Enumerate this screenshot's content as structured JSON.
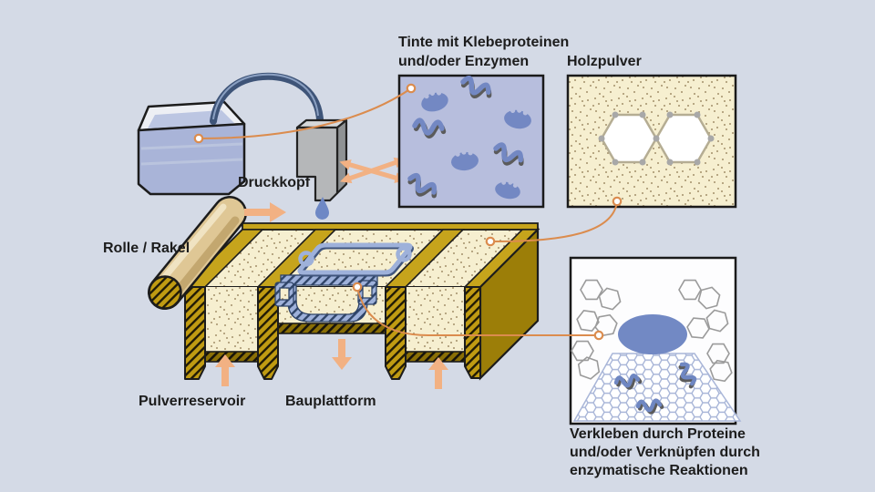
{
  "diagram": {
    "labels": {
      "ink": {
        "line1": "Tinte mit Klebeproteinen",
        "line2": "und/oder Enzymen"
      },
      "wood_powder": "Holzpulver",
      "print_head": "Druckkopf",
      "roller": "Rolle / Rakel",
      "powder_reservoir": "Pulverreservoir",
      "build_platform": "Bauplattform",
      "bonding": {
        "line1": "Verkleben durch Proteine",
        "line2": "und/oder Verknüpfen durch",
        "line3": "enzymatische Reaktionen"
      }
    },
    "colors": {
      "background": "#d4dae6",
      "outline": "#1c1c1c",
      "connector_orange": "#db8c4e",
      "arrow_orange": "#f2b183",
      "gold_wall": "#c09b12",
      "gold_side": "#9c7e08",
      "gold_band": "#c6a41c",
      "powder_cream": "#f6efd0",
      "powder_speckle": "#a3906b",
      "ink_box_bg": "#b7bedd",
      "protein_blue": "#7388c3",
      "part_blue": "#9eb1da",
      "part_navy": "#2f4468",
      "tank_liquid": "#a9b4d8",
      "tube_navy": "#3e5478",
      "printhead_gray": "#b5b7b9",
      "droplet_blue": "#6e88c5",
      "honeycomb_blue": "#a9b6d8",
      "hexagon_gray": "#9b9b9b",
      "wood_box_bg": "#f7f0cf",
      "text": "#1c1c1c"
    }
  }
}
